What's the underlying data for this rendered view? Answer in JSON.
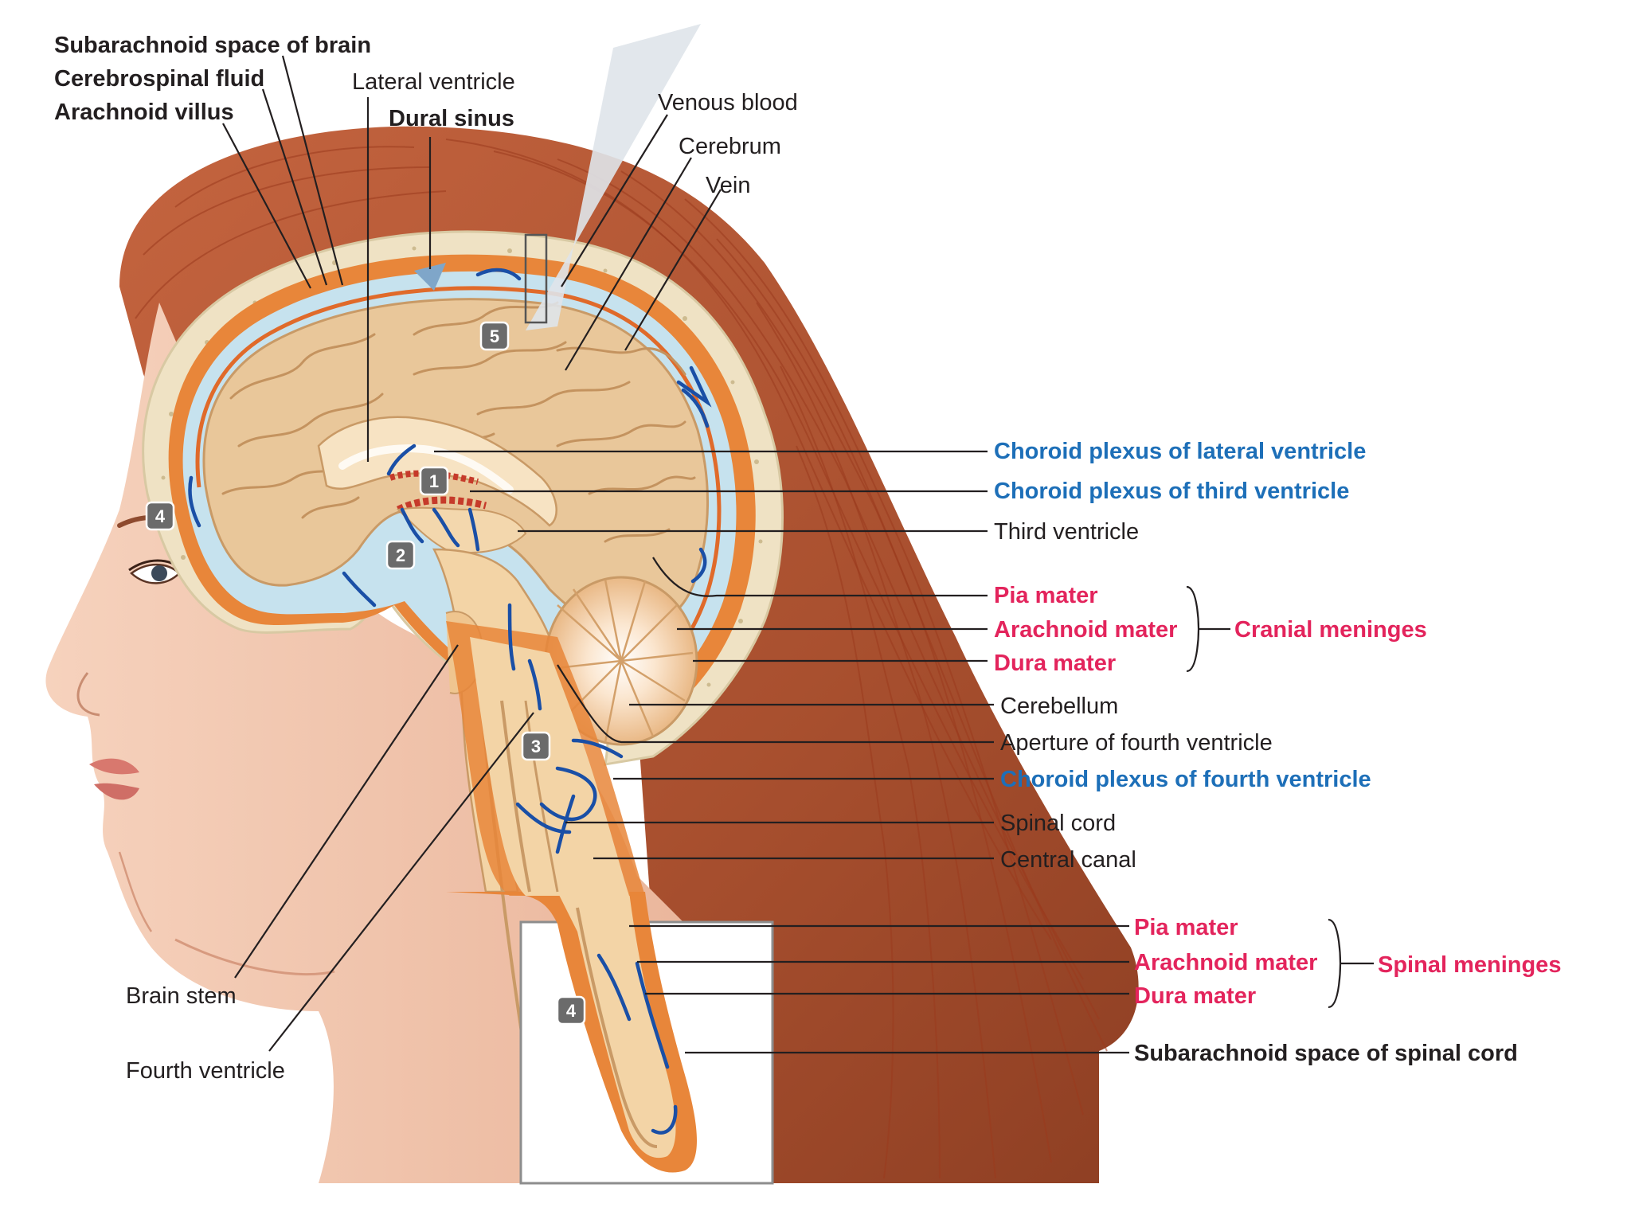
{
  "colors": {
    "hair": "#b45a3a",
    "skin": "#f2c7ad",
    "skull": "#f0e4c9",
    "dura": "#e8863a",
    "csf": "#c6e2ee",
    "brain": "#e9c79a",
    "arrow": "#1a4fa6",
    "label_blue": "#1d6fb8",
    "label_pink": "#e3245c",
    "label_black": "#231f20"
  },
  "labels_top_left": {
    "subarachnoid_brain": "Subarachnoid space of brain",
    "csf": "Cerebrospinal fluid",
    "arachnoid_villus": "Arachnoid villus",
    "lateral_ventricle": "Lateral ventricle",
    "dural_sinus": "Dural sinus",
    "venous_blood": "Venous blood",
    "cerebrum": "Cerebrum",
    "vein": "Vein"
  },
  "labels_right": {
    "choroid_lateral": "Choroid plexus of lateral ventricle",
    "choroid_third": "Choroid plexus of third ventricle",
    "third_ventricle": "Third ventricle",
    "pia_cranial": "Pia mater",
    "arachnoid_cranial": "Arachnoid mater",
    "dura_cranial": "Dura mater",
    "cranial_meninges": "Cranial meninges",
    "cerebellum": "Cerebellum",
    "aperture_fourth": "Aperture of fourth ventricle",
    "choroid_fourth": "Choroid plexus of fourth ventricle",
    "spinal_cord": "Spinal cord",
    "central_canal": "Central canal",
    "pia_spinal": "Pia mater",
    "arachnoid_spinal": "Arachnoid mater",
    "dura_spinal": "Dura mater",
    "spinal_meninges": "Spinal meninges",
    "subarachnoid_spinal": "Subarachnoid space of spinal cord"
  },
  "labels_bottom_left": {
    "brain_stem": "Brain stem",
    "fourth_ventricle": "Fourth ventricle"
  },
  "steps": {
    "s1": "1",
    "s2": "2",
    "s3": "3",
    "s4a": "4",
    "s4b": "4",
    "s5": "5"
  }
}
